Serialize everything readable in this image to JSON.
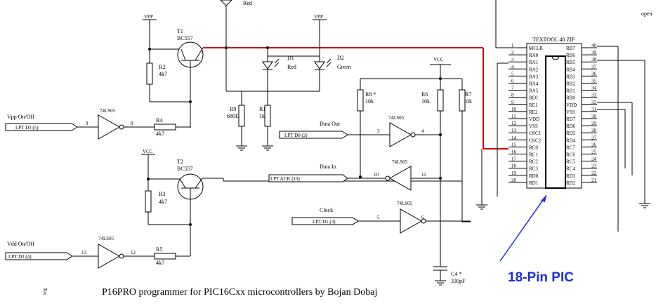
{
  "title": "P16PRO programmer for PIC16Cxx microcontrollers by Bojan Dobaj",
  "callout": "18-Pin PIC",
  "corner_text": "open",
  "bottom_left_text": "Tex",
  "socket": {
    "name": "TEXTOOL 40 ZIF",
    "left_pins": [
      {
        "num": "1",
        "name": "MCLR"
      },
      {
        "num": "2",
        "name": "RA0"
      },
      {
        "num": "3",
        "name": "RA1"
      },
      {
        "num": "4",
        "name": "RA2"
      },
      {
        "num": "5",
        "name": "RA3"
      },
      {
        "num": "6",
        "name": "RA4"
      },
      {
        "num": "7",
        "name": "RA5"
      },
      {
        "num": "8",
        "name": "RE0"
      },
      {
        "num": "9",
        "name": "RE1"
      },
      {
        "num": "10",
        "name": "RE2"
      },
      {
        "num": "11",
        "name": "VDD"
      },
      {
        "num": "12",
        "name": "VSS"
      },
      {
        "num": "13",
        "name": "OSC1"
      },
      {
        "num": "14",
        "name": "OSC2"
      },
      {
        "num": "15",
        "name": "RC0"
      },
      {
        "num": "16",
        "name": "RC1"
      },
      {
        "num": "17",
        "name": "RC2"
      },
      {
        "num": "18",
        "name": "RC3"
      },
      {
        "num": "19",
        "name": "RD0"
      },
      {
        "num": "20",
        "name": "RD1"
      }
    ],
    "right_pins": [
      {
        "num": "40",
        "name": "RB7"
      },
      {
        "num": "39",
        "name": "RB6"
      },
      {
        "num": "38",
        "name": "RB5"
      },
      {
        "num": "37",
        "name": "RB4"
      },
      {
        "num": "36",
        "name": "RB3"
      },
      {
        "num": "35",
        "name": "RB2"
      },
      {
        "num": "34",
        "name": "RB1"
      },
      {
        "num": "33",
        "name": "RB0"
      },
      {
        "num": "32",
        "name": "VDD"
      },
      {
        "num": "31",
        "name": "VSS"
      },
      {
        "num": "30",
        "name": "RD7"
      },
      {
        "num": "29",
        "name": "RD6"
      },
      {
        "num": "28",
        "name": "RD5"
      },
      {
        "num": "27",
        "name": "RD4"
      },
      {
        "num": "26",
        "name": "RC7"
      },
      {
        "num": "25",
        "name": "RC6"
      },
      {
        "num": "24",
        "name": "RC5"
      },
      {
        "num": "23",
        "name": "RC4"
      },
      {
        "num": "22",
        "name": "RD3"
      },
      {
        "num": "21",
        "name": "RD2"
      }
    ]
  },
  "labels": {
    "vpp1": "VPP",
    "vpp2": "VPP",
    "vcc_top": "VCC",
    "vcc_t2": "VCC",
    "t1_name": "T1",
    "t1_type": "BC557",
    "t2_name": "T2",
    "t2_type": "BC557",
    "d_top": "Red",
    "d1_name": "D1",
    "d1_color": "Red",
    "d2_name": "D2",
    "d2_color": "Green",
    "r2_name": "R2",
    "r2_val": "4k7",
    "r3_name": "R3",
    "r3_val": "4k7",
    "r4_name": "R4",
    "r4_val": "4k7",
    "r5_name": "R5",
    "r5_val": "4k7",
    "r9_name": "R9",
    "r9_val": "680E",
    "r1_name": "R1",
    "r1_val": "1k",
    "r8_name": "R8 *",
    "r8_val": "10k",
    "r6_name": "R6",
    "r6_val": "10k",
    "r7_name": "R7",
    "r7_val": "10k",
    "c4_name": "C4 *",
    "c4_val": "330pF",
    "vpp_onoff": "Vpp On/Off",
    "vpp_lpt": "LPT D3 (5)",
    "vdd_onoff": "Vdd On/Off",
    "vdd_lpt": "LPT D2 (4)",
    "data_out": "Data Out",
    "data_out_lpt": "LPT D0 (2)",
    "data_in": "Data In",
    "data_in_lpt": "LPT ACK (10)",
    "clock": "Clock",
    "clock_lpt": "LPT D1 (3)",
    "gate_type": "74LS05",
    "g1_in": "9",
    "g1_out": "8",
    "g2_in": "13",
    "g2_out": "12",
    "g3_in": "3",
    "g3_out": "4",
    "g4_in": "10",
    "g4_out": "11",
    "g5_in": "5",
    "g5_out": "6"
  },
  "colors": {
    "highlight_wire": "#cc0000",
    "callout": "#1a2fd6"
  }
}
